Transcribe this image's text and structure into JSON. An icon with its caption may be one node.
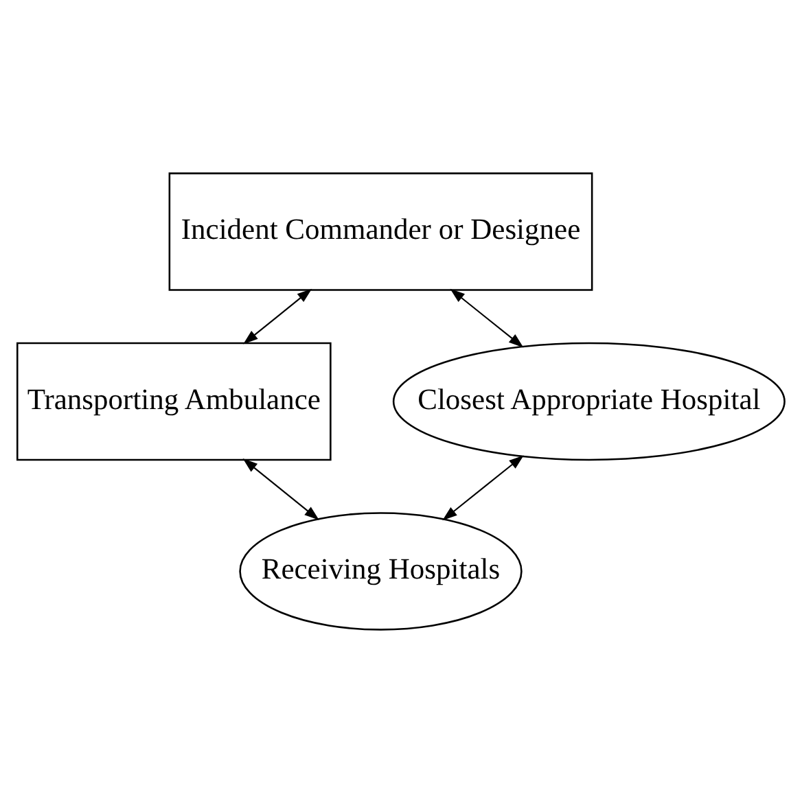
{
  "diagram": {
    "nodes": [
      {
        "text": [
          "Incident Commander or Designee"
        ]
      },
      {
        "text": [
          "Transporting Ambulance"
        ]
      },
      {
        "text": [
          "Closest Appropriate Hospital"
        ]
      },
      {
        "text": [
          "Receiving Hospitals"
        ]
      }
    ],
    "edges": [
      {
        "from": 0,
        "to": 1,
        "arrow": "both"
      },
      {
        "from": 0,
        "to": 2,
        "arrow": "both"
      },
      {
        "from": 1,
        "to": 3,
        "arrow": "both"
      },
      {
        "from": 2,
        "to": 3,
        "arrow": "both"
      }
    ]
  }
}
